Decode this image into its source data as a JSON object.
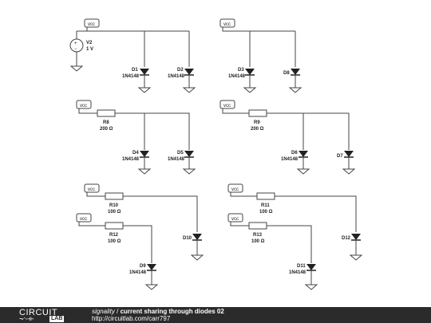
{
  "schematic": {
    "vcc": "vcc",
    "v2": {
      "name": "V2",
      "value": "1 V"
    },
    "d1": {
      "name": "D1",
      "part": "1N4148"
    },
    "d2": {
      "name": "D2",
      "part": "1N4148"
    },
    "d3": {
      "name": "D3",
      "part": "1N4148"
    },
    "d8": {
      "name": "D8"
    },
    "r8": {
      "name": "R8",
      "value": "200 Ω"
    },
    "r9": {
      "name": "R9",
      "value": "200 Ω"
    },
    "d4": {
      "name": "D4",
      "part": "1N4148"
    },
    "d5": {
      "name": "D5",
      "part": "1N4148"
    },
    "d6": {
      "name": "D6",
      "part": "1N4148"
    },
    "d7": {
      "name": "D7"
    },
    "r10": {
      "name": "R10",
      "value": "100 Ω"
    },
    "r12": {
      "name": "R12",
      "value": "100 Ω"
    },
    "r11": {
      "name": "R11",
      "value": "100 Ω"
    },
    "r13": {
      "name": "R13",
      "value": "100 Ω"
    },
    "d9": {
      "name": "D9",
      "part": "1N4148"
    },
    "d10": {
      "name": "D10"
    },
    "d11": {
      "name": "D11",
      "part": "1N4148"
    },
    "d12": {
      "name": "D12"
    },
    "colors": {
      "wire": "#444444",
      "footer": "#2b2b2b"
    }
  },
  "footer": {
    "logo_top": "CIRCUIT",
    "logo_lab": "LAB",
    "author": "signality",
    "separator": " / ",
    "title": "current sharing through diodes 02",
    "url": "http://circuitlab.com/carr797"
  }
}
